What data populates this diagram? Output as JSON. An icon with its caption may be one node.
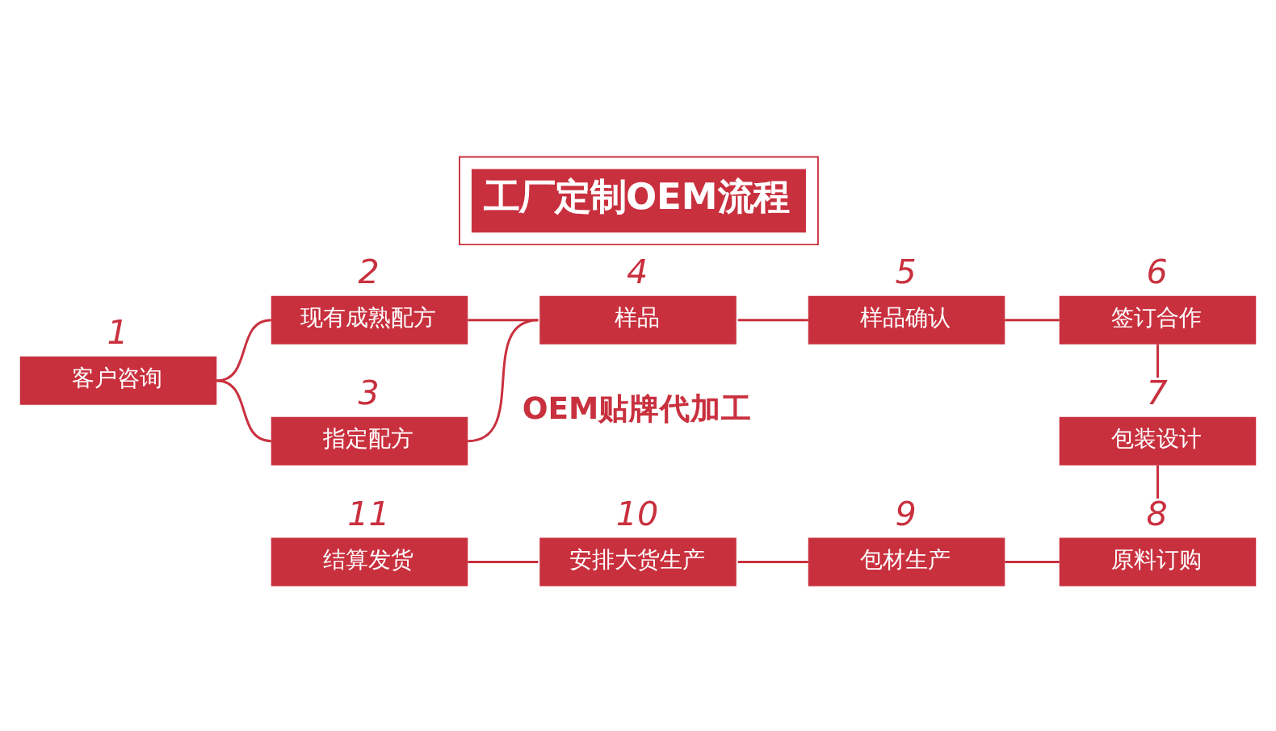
{
  "diagram": {
    "title": "工厂定制OEM流程",
    "nodes": [
      {
        "text": [
          "客户咨询"
        ],
        "beside": [
          "1"
        ]
      },
      {
        "text": [
          "现有成熟配方"
        ],
        "beside": [
          "2"
        ]
      },
      {
        "text": [
          "指定配方"
        ],
        "beside": [
          "3"
        ]
      },
      {
        "text": [
          "样品"
        ],
        "beside": [
          "4"
        ]
      },
      {
        "text": [
          "样品确认"
        ],
        "beside": [
          "5"
        ]
      },
      {
        "text": [
          "签订合作"
        ],
        "beside": [
          "6"
        ]
      },
      {
        "text": [
          "包装设计"
        ],
        "beside": [
          "7"
        ]
      },
      {
        "text": [
          "原料订购"
        ],
        "beside": [
          "8"
        ]
      },
      {
        "text": [
          "包材生产"
        ],
        "beside": [
          "9"
        ]
      },
      {
        "text": [
          "安排大货生产"
        ],
        "beside": [
          "10"
        ]
      },
      {
        "text": [
          "结算发货"
        ],
        "beside": [
          "11"
        ]
      }
    ],
    "edges": [
      {
        "from": 0,
        "to": 1,
        "arrow": "none"
      },
      {
        "from": 0,
        "to": 2,
        "arrow": "none"
      },
      {
        "from": 1,
        "to": 3,
        "arrow": "none"
      },
      {
        "from": 2,
        "to": 3,
        "arrow": "none"
      },
      {
        "from": 3,
        "to": 4,
        "arrow": "none"
      },
      {
        "from": 4,
        "to": 5,
        "arrow": "none"
      },
      {
        "from": 5,
        "to": 6,
        "arrow": "none"
      },
      {
        "from": 6,
        "to": 7,
        "arrow": "none"
      },
      {
        "from": 7,
        "to": 8,
        "arrow": "none"
      },
      {
        "from": 8,
        "to": 9,
        "arrow": "none"
      },
      {
        "from": 9,
        "to": 10,
        "arrow": "none"
      }
    ],
    "labels": [
      "OEM贴牌代加工"
    ]
  }
}
